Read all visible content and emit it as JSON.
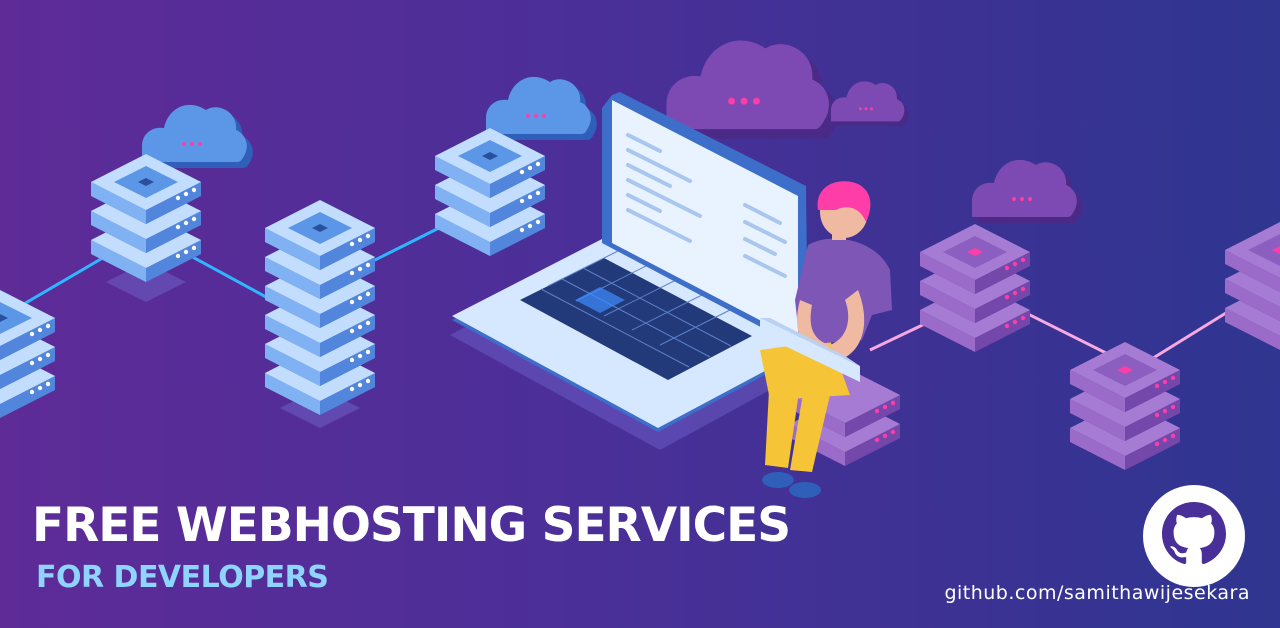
{
  "banner": {
    "title": "FREE WEBHOSTING SERVICES",
    "subtitle": "FOR DEVELOPERS",
    "repo_link": "github.com/samithawijesekara"
  },
  "icons": [
    "cloud-icon",
    "server-rack-icon",
    "laptop-icon",
    "github-logo-icon"
  ],
  "colors": {
    "background_left": "#5e2b97",
    "background_right": "#2f3590",
    "subtitle": "#8fd3ff",
    "server_blue": "#5c96e6",
    "server_purple": "#7d4ab4",
    "accent_pink": "#ff3da8"
  }
}
